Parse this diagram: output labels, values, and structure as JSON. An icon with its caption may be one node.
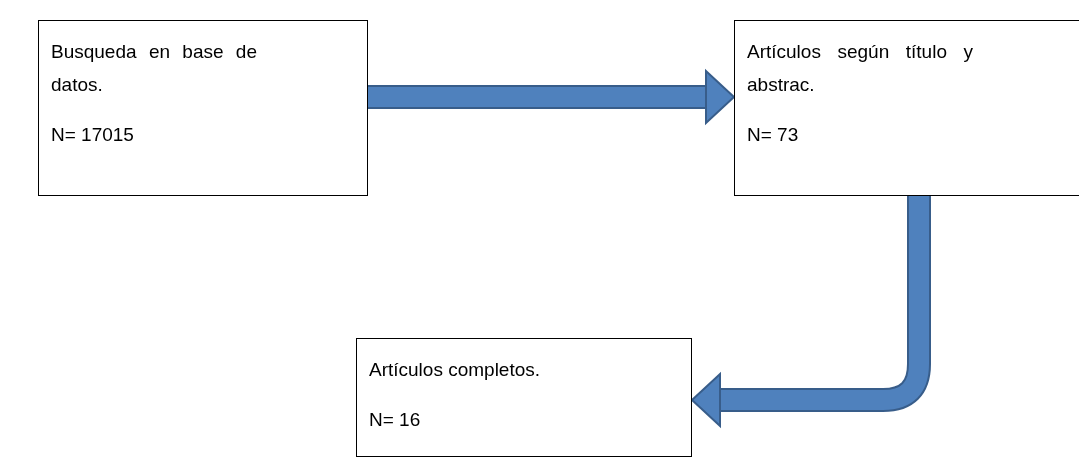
{
  "diagram": {
    "nodes": [
      {
        "text": [
          "Busqueda en base de datos.",
          "N= 17015"
        ]
      },
      {
        "text": [
          "Artículos según título y abstrac.",
          "N= 73"
        ]
      },
      {
        "text": [
          "Artículos completos.",
          "N= 16"
        ]
      }
    ],
    "edges": [
      {
        "from": 0,
        "to": 1,
        "arrow": "to"
      },
      {
        "from": 1,
        "to": 2,
        "arrow": "to"
      }
    ]
  }
}
